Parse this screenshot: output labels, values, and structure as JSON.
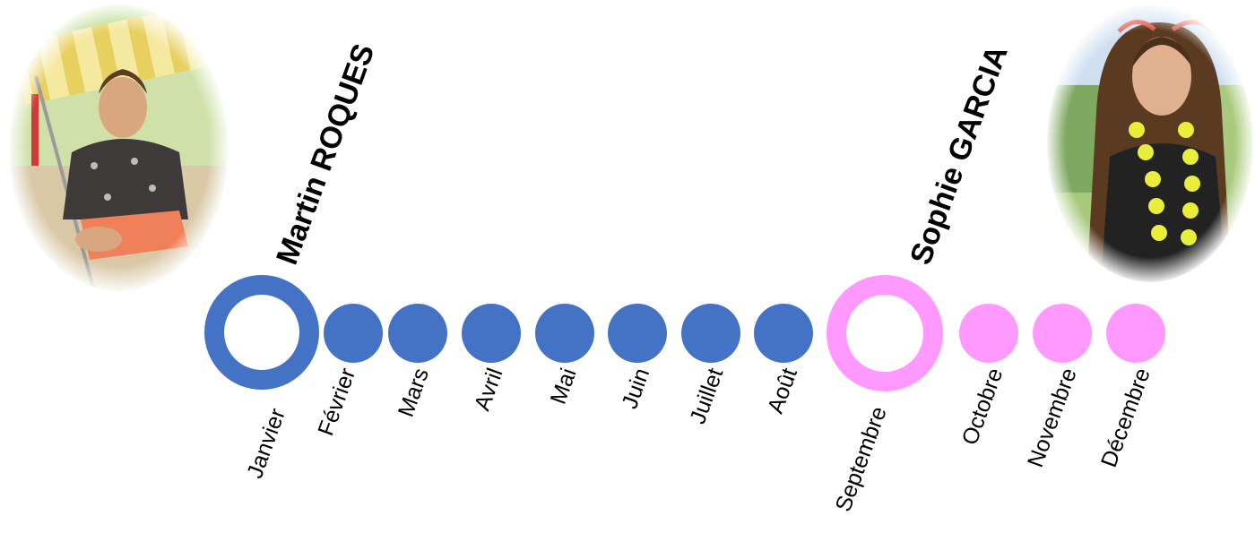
{
  "colors": {
    "first_period": "#4472C4",
    "second_period": "#FF99FF"
  },
  "people": [
    {
      "name": "Martin ROQUES",
      "start_month": "Janvier",
      "photo_icon": "person-photo-man-icon"
    },
    {
      "name": "Sophie GARCIA",
      "start_month": "Septembre",
      "photo_icon": "person-photo-woman-icon"
    }
  ],
  "months": [
    {
      "label": "Janvier",
      "group": "first",
      "marker": "ring"
    },
    {
      "label": "Février",
      "group": "first",
      "marker": "dot"
    },
    {
      "label": "Mars",
      "group": "first",
      "marker": "dot"
    },
    {
      "label": "Avril",
      "group": "first",
      "marker": "dot"
    },
    {
      "label": "Mai",
      "group": "first",
      "marker": "dot"
    },
    {
      "label": "Juin",
      "group": "first",
      "marker": "dot"
    },
    {
      "label": "Juillet",
      "group": "first",
      "marker": "dot"
    },
    {
      "label": "Août",
      "group": "first",
      "marker": "dot"
    },
    {
      "label": "Septembre",
      "group": "second",
      "marker": "ring"
    },
    {
      "label": "Octobre",
      "group": "second",
      "marker": "dot"
    },
    {
      "label": "Novembre",
      "group": "second",
      "marker": "dot"
    },
    {
      "label": "Décembre",
      "group": "second",
      "marker": "dot"
    }
  ]
}
